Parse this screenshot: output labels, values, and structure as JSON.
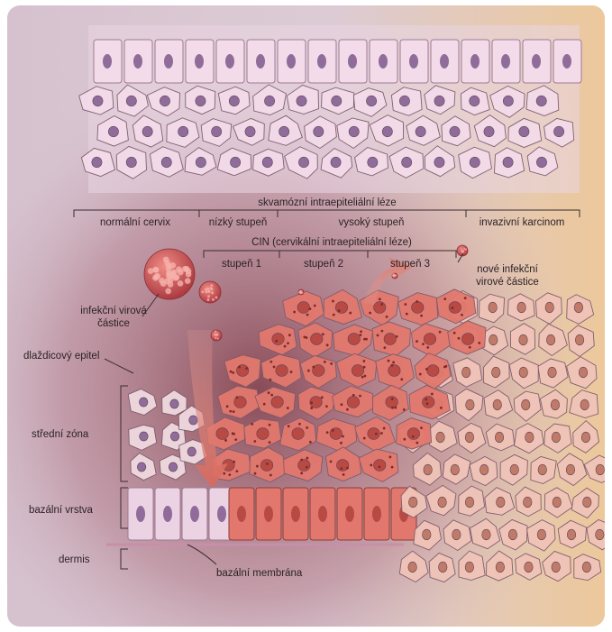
{
  "labels": {
    "skvamozni": "skvamózní intraepiteliální léze",
    "normalni_cervix": "normální cervix",
    "nizky_stupen": "nízký stupeň",
    "vysoky_stupen": "vysoký stupeň",
    "invazivni_karcinom": "invazivní karcinom",
    "cin": "CIN (cervikální intraepiteliální léze)",
    "stupen1": "stupeň 1",
    "stupen2": "stupeň 2",
    "stupen3": "stupeň 3",
    "nove_line1": "nové infekční",
    "nove_line2": "virové částice",
    "infekcni_line1": "infekční virová",
    "infekcni_line2": "částice",
    "dlazdicovy": "dlaždicový epitel",
    "stredni_zona": "střední zóna",
    "bazalni_vrstva": "bazální vrstva",
    "dermis": "dermis",
    "bazalni_membrana": "bazální membrána"
  },
  "colors": {
    "background_top": "#d8c3d0",
    "background_right": "#e9c89c",
    "normal_cell": "#f3dbe9",
    "nucleus": "#8f6c9a",
    "lesion_cell": "#e2786d",
    "lesion_nucleus": "#b84a43",
    "invasive_cell": "#f0c4b8"
  }
}
